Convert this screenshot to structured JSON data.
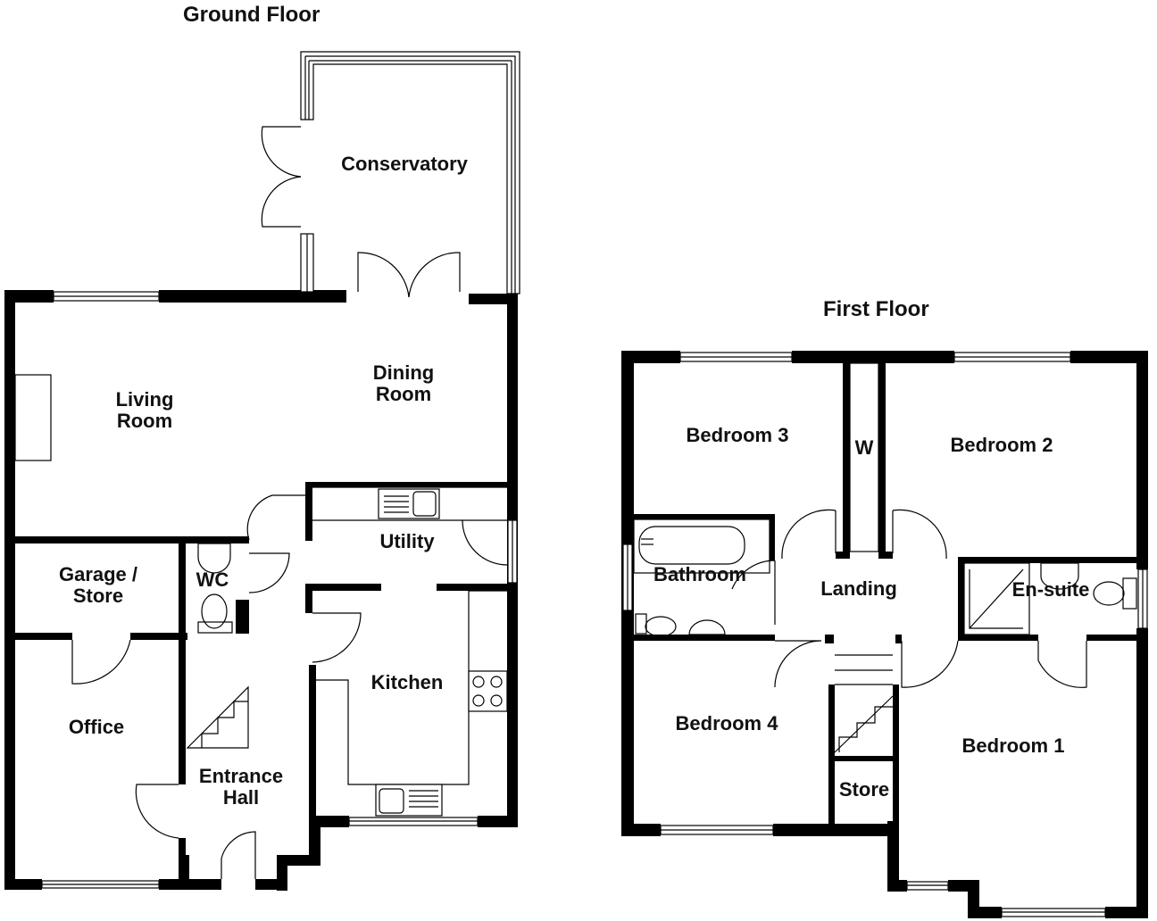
{
  "floors": {
    "ground": {
      "title": "Ground Floor",
      "rooms": {
        "conservatory": "Conservatory",
        "dining": "Dining\nRoom",
        "living": "Living\nRoom",
        "utility": "Utility",
        "garage": "Garage /\nStore",
        "wc": "WC",
        "kitchen": "Kitchen",
        "office": "Office",
        "hall": "Entrance\nHall"
      }
    },
    "first": {
      "title": "First Floor",
      "rooms": {
        "bedroom3": "Bedroom 3",
        "wardrobe": "W",
        "bedroom2": "Bedroom 2",
        "bathroom": "Bathroom",
        "landing": "Landing",
        "ensuite": "En-suite",
        "bedroom4": "Bedroom 4",
        "store": "Store",
        "bedroom1": "Bedroom 1"
      }
    }
  }
}
